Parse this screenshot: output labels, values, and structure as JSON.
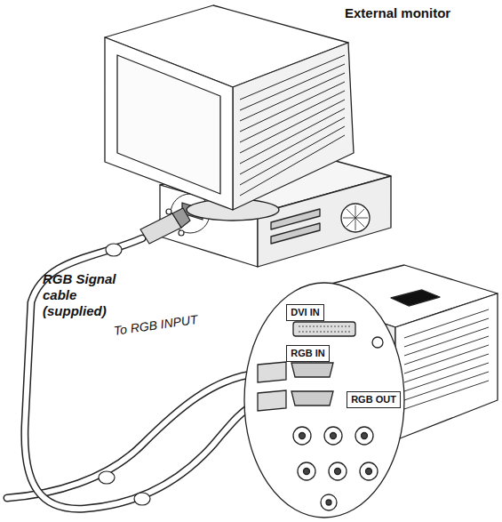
{
  "diagram": {
    "nodes": [
      {
        "text": [
          "DVI IN"
        ]
      },
      {
        "text": [
          "RGB IN"
        ]
      },
      {
        "text": [
          "RGB OUT"
        ]
      }
    ],
    "labels": [
      "External monitor",
      "RGB Signal cable (supplied)",
      "To RGB INPUT"
    ]
  }
}
